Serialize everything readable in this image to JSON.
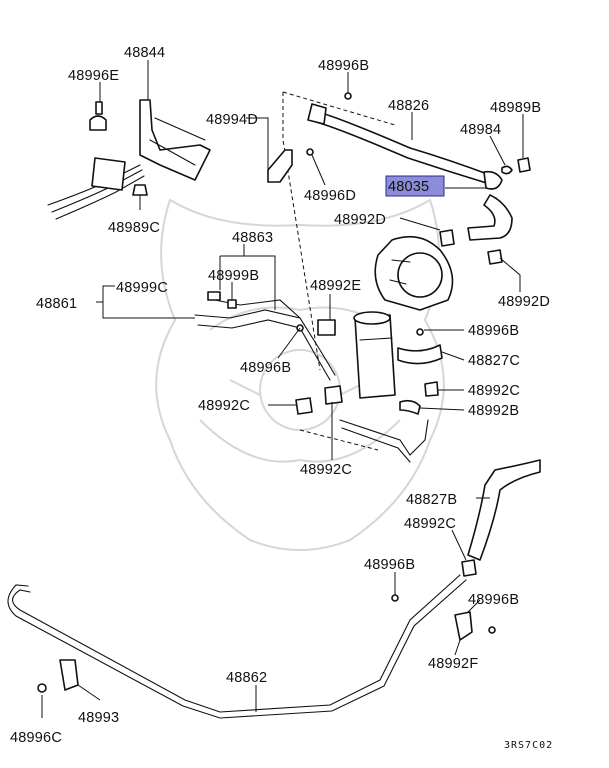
{
  "parts": [
    {
      "id": "p48844",
      "text": "48844"
    },
    {
      "id": "p48996E",
      "text": "48996E"
    },
    {
      "id": "p48989C",
      "text": "48989C"
    },
    {
      "id": "p48996B_top",
      "text": "48996B"
    },
    {
      "id": "p48826",
      "text": "48826"
    },
    {
      "id": "p48989B",
      "text": "48989B"
    },
    {
      "id": "p48984",
      "text": "48984"
    },
    {
      "id": "p48994D",
      "text": "48994D"
    },
    {
      "id": "p48996D",
      "text": "48996D"
    },
    {
      "id": "p48035",
      "text": "48035",
      "highlighted": true
    },
    {
      "id": "p48992D_left",
      "text": "48992D"
    },
    {
      "id": "p48992D_right",
      "text": "48992D"
    },
    {
      "id": "p48863",
      "text": "48863"
    },
    {
      "id": "p48999B",
      "text": "48999B"
    },
    {
      "id": "p48861",
      "text": "48861"
    },
    {
      "id": "p48999C",
      "text": "48999C"
    },
    {
      "id": "p48992E",
      "text": "48992E"
    },
    {
      "id": "p48996B_mid",
      "text": "48996B"
    },
    {
      "id": "p48996B_left",
      "text": "48996B"
    },
    {
      "id": "p48827C",
      "text": "48827C"
    },
    {
      "id": "p48992C_right",
      "text": "48992C"
    },
    {
      "id": "p48992B",
      "text": "48992B"
    },
    {
      "id": "p48992C_left",
      "text": "48992C"
    },
    {
      "id": "p48992C_bottom",
      "text": "48992C"
    },
    {
      "id": "p48827B",
      "text": "48827B"
    },
    {
      "id": "p48992C_lower",
      "text": "48992C"
    },
    {
      "id": "p48996B_low",
      "text": "48996B"
    },
    {
      "id": "p48996B_lowright",
      "text": "48996B"
    },
    {
      "id": "p48992F",
      "text": "48992F"
    },
    {
      "id": "p48862",
      "text": "48862"
    },
    {
      "id": "p48993",
      "text": "48993"
    },
    {
      "id": "p48996C",
      "text": "48996C"
    }
  ],
  "diagram_code": "3RS7C02",
  "highlight_color": "#8c8cd8"
}
